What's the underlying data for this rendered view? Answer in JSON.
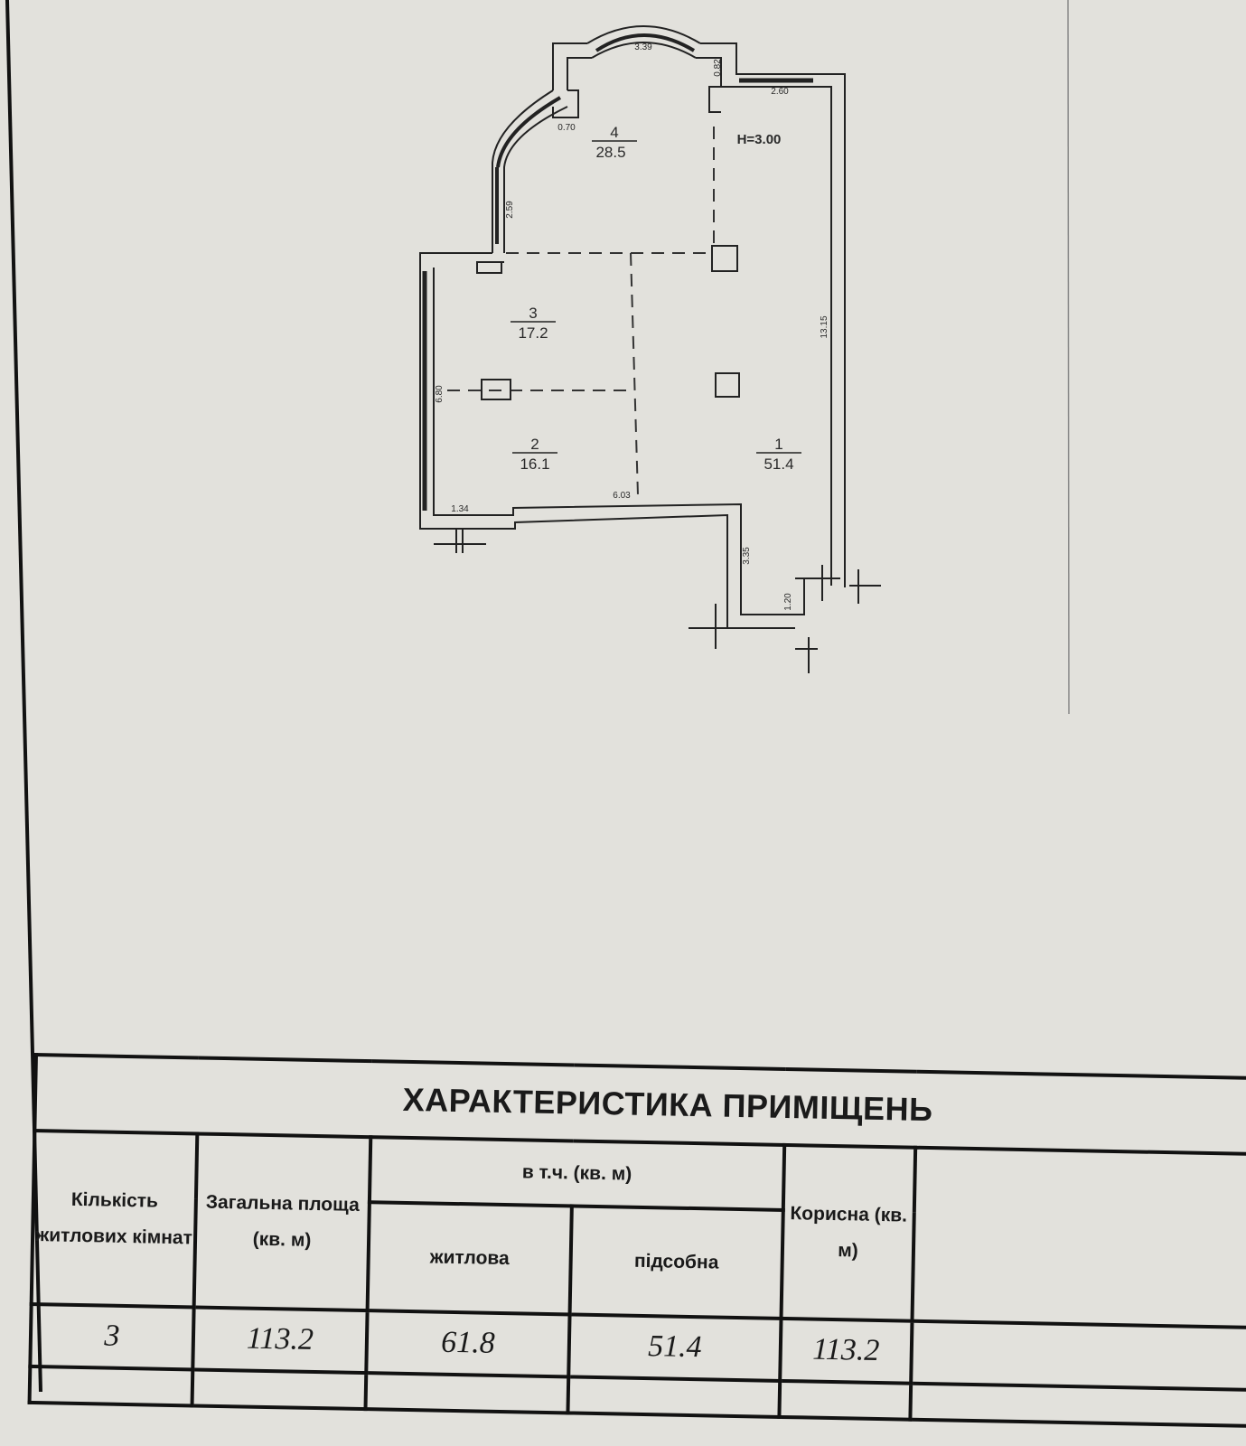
{
  "floor_plan": {
    "rooms": [
      {
        "number": "1",
        "area": "51.4"
      },
      {
        "number": "2",
        "area": "16.1"
      },
      {
        "number": "3",
        "area": "17.2"
      },
      {
        "number": "4",
        "area": "28.5"
      }
    ],
    "dimensions": {
      "bay_arc": "3.39",
      "bay_side": "0.82",
      "top_right": "2.60",
      "bay_left": "0.70",
      "left_arc": "2.59",
      "right_wall": "13.15",
      "left_wall": "6.80",
      "bottom_left": "1.34",
      "bottom_mid": "6.03",
      "corridor": "3.35",
      "entry": "1.20"
    },
    "ceiling_height": "H=3.00"
  },
  "table": {
    "title": "ХАРАКТЕРИСТИКА ПРИМІЩЕНЬ",
    "headers": {
      "rooms_count": "Кількість житлових кімнат",
      "total_area": "Загальна площа (кв. м)",
      "including": "в т.ч. (кв. м)",
      "living": "житлова",
      "auxiliary": "підсобна",
      "useful": "Корисна (кв. м)"
    },
    "values": {
      "rooms_count": "3",
      "total_area": "113.2",
      "living": "61.8",
      "auxiliary": "51.4",
      "useful": "113.2"
    }
  }
}
